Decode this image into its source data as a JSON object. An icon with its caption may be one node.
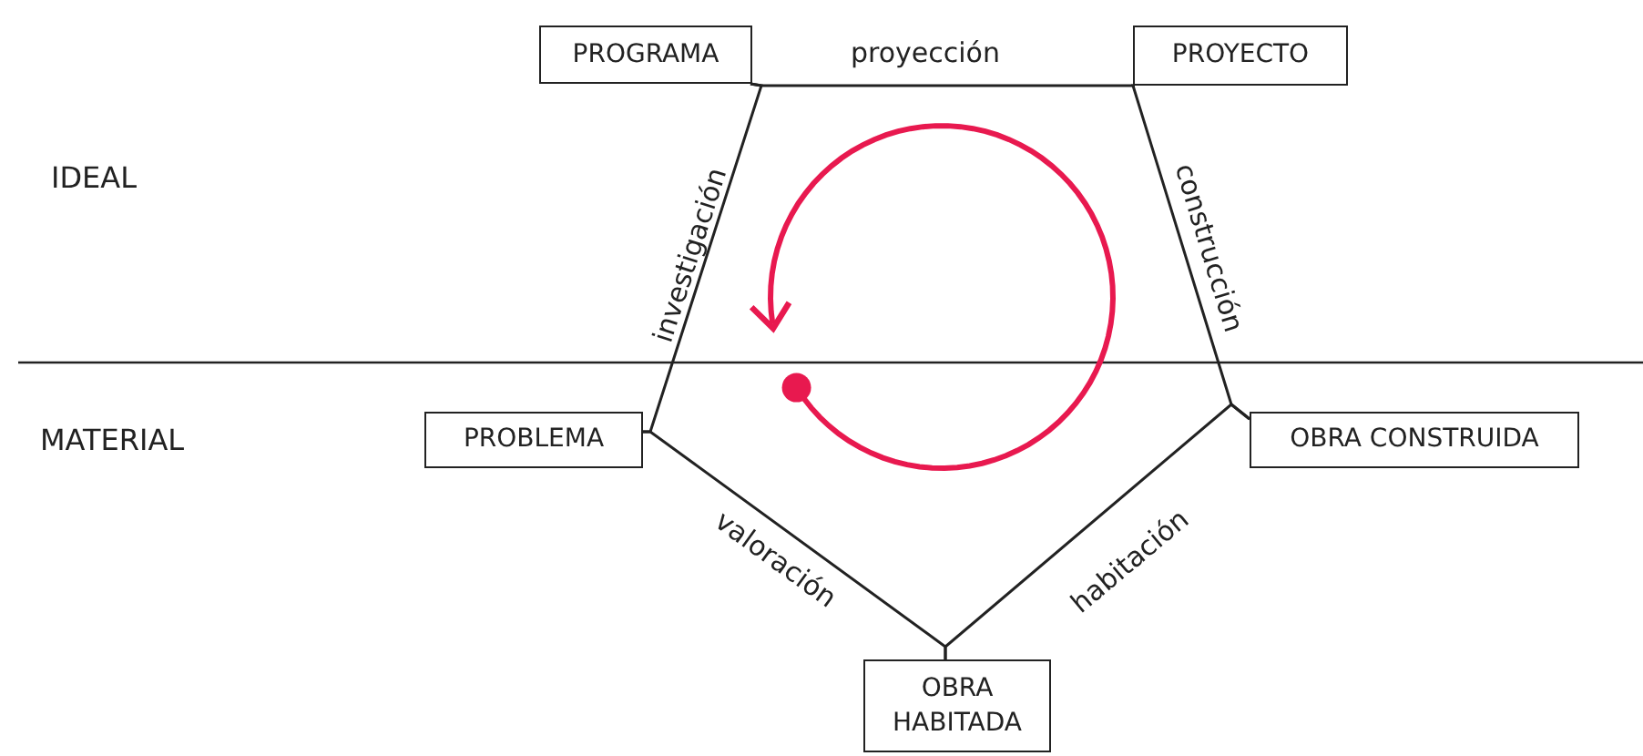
{
  "diagram": {
    "nodes": [
      {
        "text": [
          "PROGRAMA"
        ]
      },
      {
        "text": [
          "PROYECTO"
        ]
      },
      {
        "text": [
          "PROBLEMA"
        ]
      },
      {
        "text": [
          "OBRA CONSTRUIDA"
        ]
      },
      {
        "text": [
          "OBRA HABITADA"
        ]
      }
    ],
    "edges": [
      {
        "from": 2,
        "to": 0,
        "arrow": "none",
        "label": "investigación"
      },
      {
        "from": 0,
        "to": 1,
        "arrow": "none",
        "label": "proyección"
      },
      {
        "from": 1,
        "to": 3,
        "arrow": "none",
        "label": "construcción"
      },
      {
        "from": 3,
        "to": 4,
        "arrow": "none",
        "label": "habitación"
      },
      {
        "from": 4,
        "to": 2,
        "arrow": "none",
        "label": "valoración"
      }
    ],
    "labels": [
      "IDEAL",
      "MATERIAL"
    ]
  }
}
